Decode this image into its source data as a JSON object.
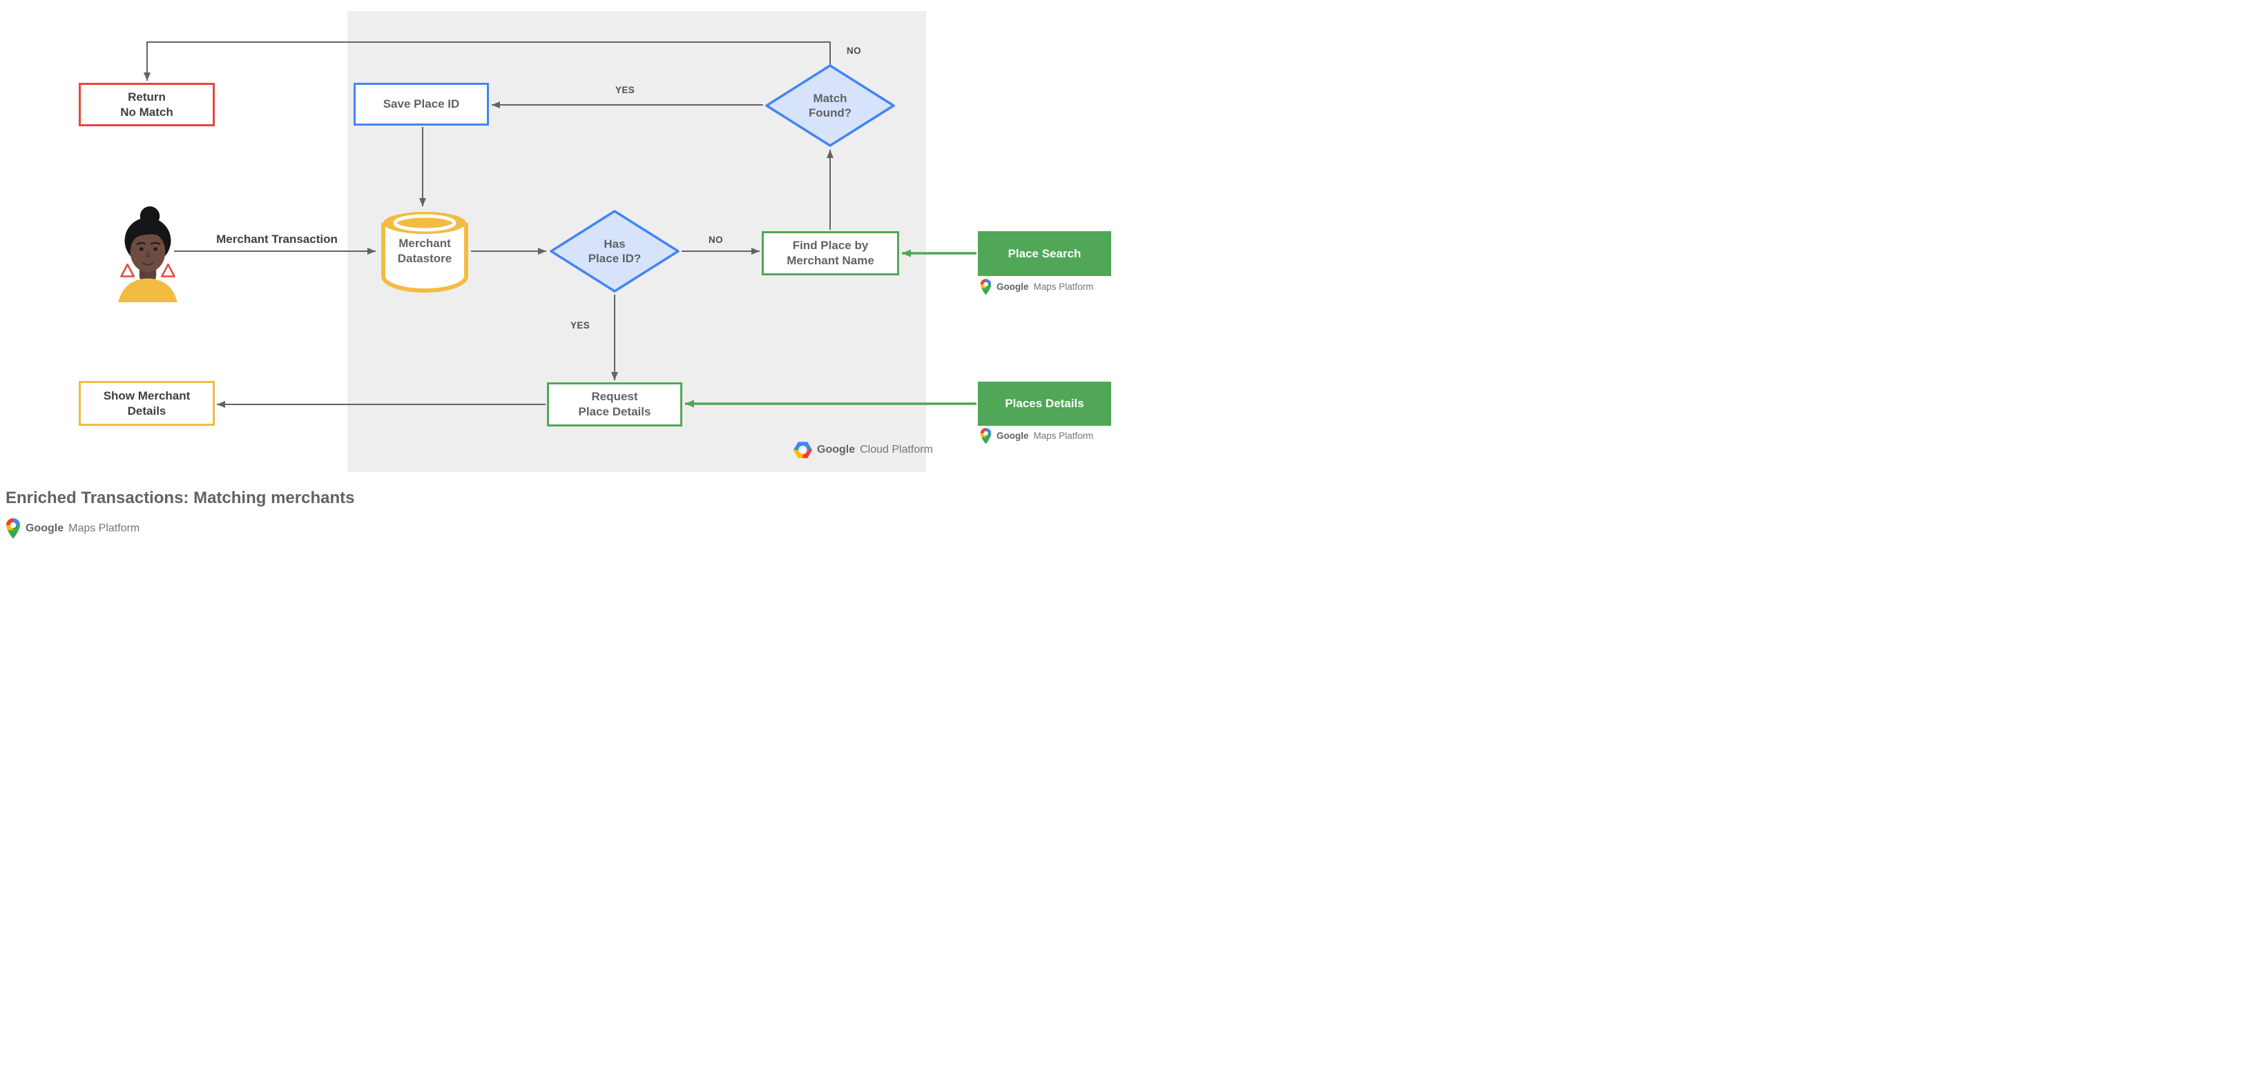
{
  "title": "Enriched Transactions: Matching merchants",
  "colors": {
    "red": "#E8453C",
    "blue": "#4285F4",
    "blue-fill": "#D7E3FB",
    "yellow": "#F2BC42",
    "green": "#4FA757",
    "panel": "#EEEEEE",
    "arrow": "#636363",
    "text-dark": "#3C4043",
    "text-med": "#5F6368",
    "text-light": "#757575"
  },
  "nodes": {
    "return_no_match": {
      "line1": "Return",
      "line2": "No Match"
    },
    "save_place_id": {
      "line1": "Save Place ID"
    },
    "match_found": {
      "line1": "Match",
      "line2": "Found?"
    },
    "merchant_datastore": {
      "line1": "Merchant",
      "line2": "Datastore"
    },
    "has_place_id": {
      "line1": "Has",
      "line2": "Place ID?"
    },
    "find_place": {
      "line1": "Find Place by",
      "line2": "Merchant Name"
    },
    "place_search": {
      "label": "Place Search"
    },
    "request_place_details": {
      "line1": "Request",
      "line2": "Place Details"
    },
    "places_details": {
      "label": "Places Details"
    },
    "show_merchant_details": {
      "line1": "Show Merchant",
      "line2": "Details"
    }
  },
  "edge_labels": {
    "match_found_no": "NO",
    "match_found_yes": "YES",
    "has_place_id_no": "NO",
    "has_place_id_yes": "YES"
  },
  "labels": {
    "merchant_transaction": "Merchant Transaction"
  },
  "brand": {
    "google": "Google",
    "maps_platform": "Maps Platform",
    "cloud_platform": "Cloud Platform"
  }
}
